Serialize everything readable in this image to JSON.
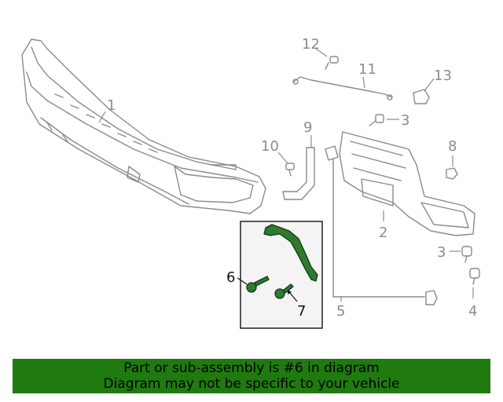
{
  "callouts": {
    "c1": "1",
    "c2": "2",
    "c3a": "3",
    "c3b": "3",
    "c4": "4",
    "c5": "5",
    "c6": "6",
    "c7": "7",
    "c8": "8",
    "c9": "9",
    "c10": "10",
    "c11": "11",
    "c12": "12",
    "c13": "13"
  },
  "highlight_color": "#2f7a2f",
  "banner": {
    "color": "#1f7a0f",
    "line1": "Part or sub-assembly is #6 in diagram",
    "line2": "Diagram may not be specific to your vehicle"
  }
}
